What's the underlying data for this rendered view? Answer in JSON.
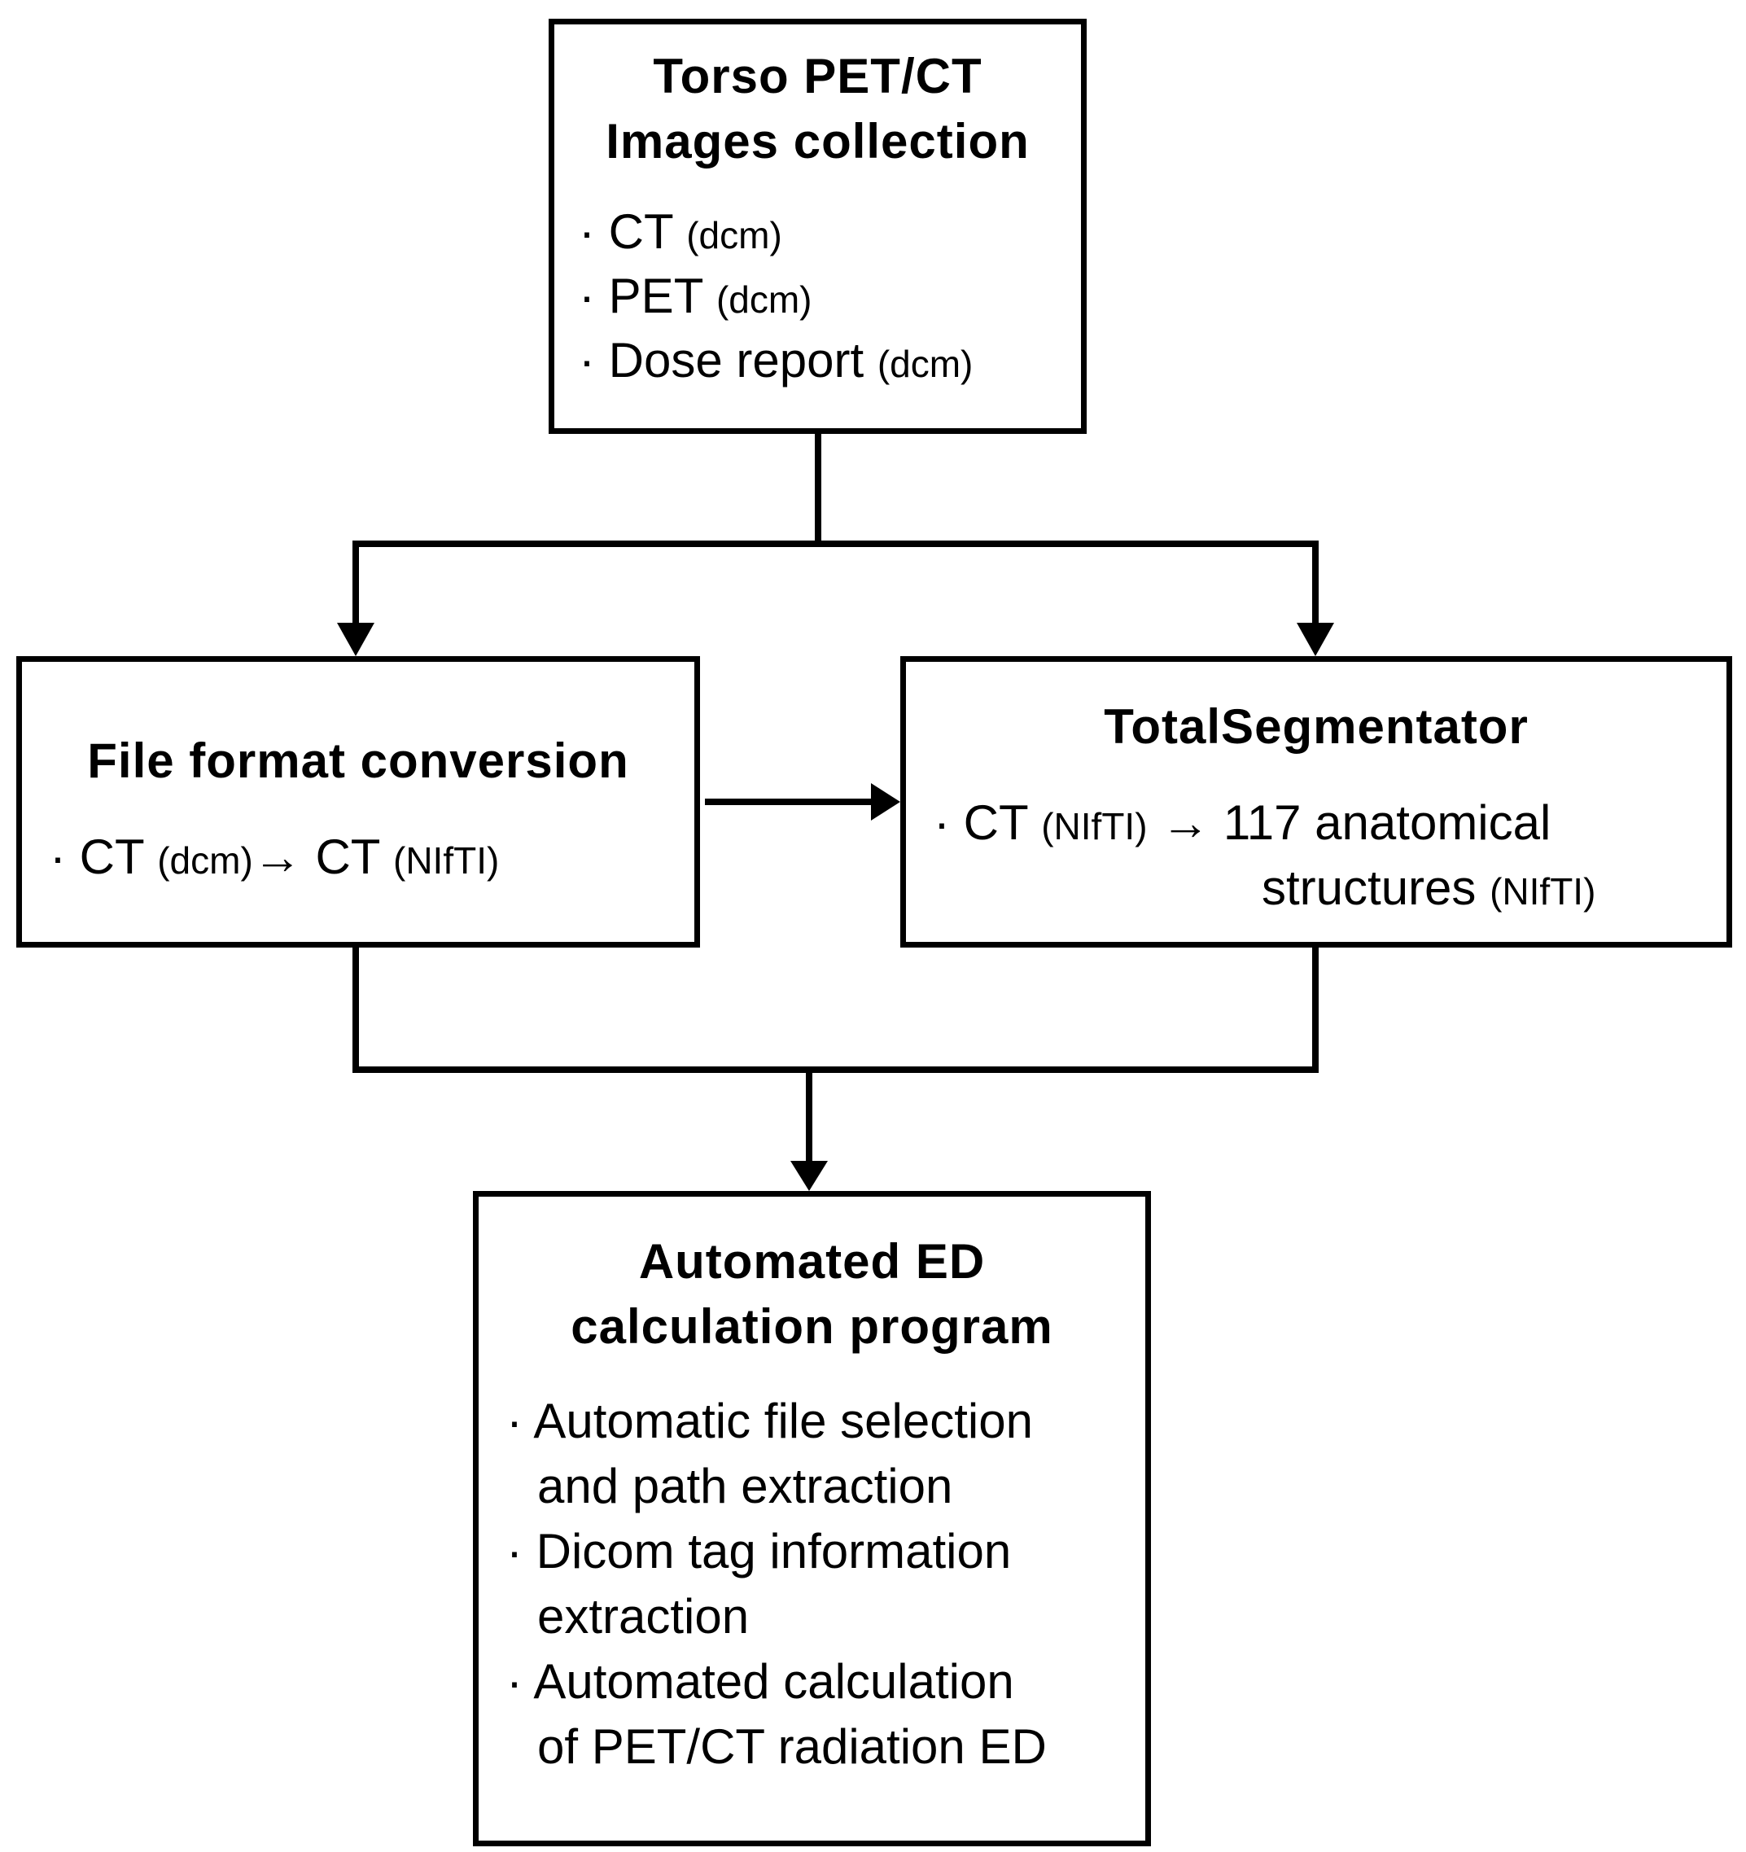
{
  "collection": {
    "title_line1": "Torso PET/CT",
    "title_line2": "Images collection",
    "items": [
      {
        "name": "· CT",
        "format": "(dcm)"
      },
      {
        "name": "· PET",
        "format": "(dcm)"
      },
      {
        "name": "· Dose report",
        "format": "(dcm)"
      }
    ]
  },
  "conversion": {
    "title": "File format conversion",
    "item": {
      "from": "· CT",
      "from_format": "(dcm)",
      "arrow": "→",
      "to": "CT",
      "to_format": "(NIfTI)"
    }
  },
  "segmentator": {
    "title": "TotalSegmentator",
    "item": {
      "from": "· CT",
      "from_format": "(NIfTI)",
      "arrow": "→",
      "to_line1": "117 anatomical",
      "to_line2": "structures",
      "to_format": "(NIfTI)"
    }
  },
  "ed_program": {
    "title_line1": "Automated ED",
    "title_line2": "calculation program",
    "items": [
      {
        "line1": "· Automatic file selection",
        "line2": "and path extraction"
      },
      {
        "line1": "· Dicom tag information",
        "line2": "extraction"
      },
      {
        "line1": "· Automated calculation",
        "line2": "of PET/CT radiation ED"
      }
    ]
  }
}
